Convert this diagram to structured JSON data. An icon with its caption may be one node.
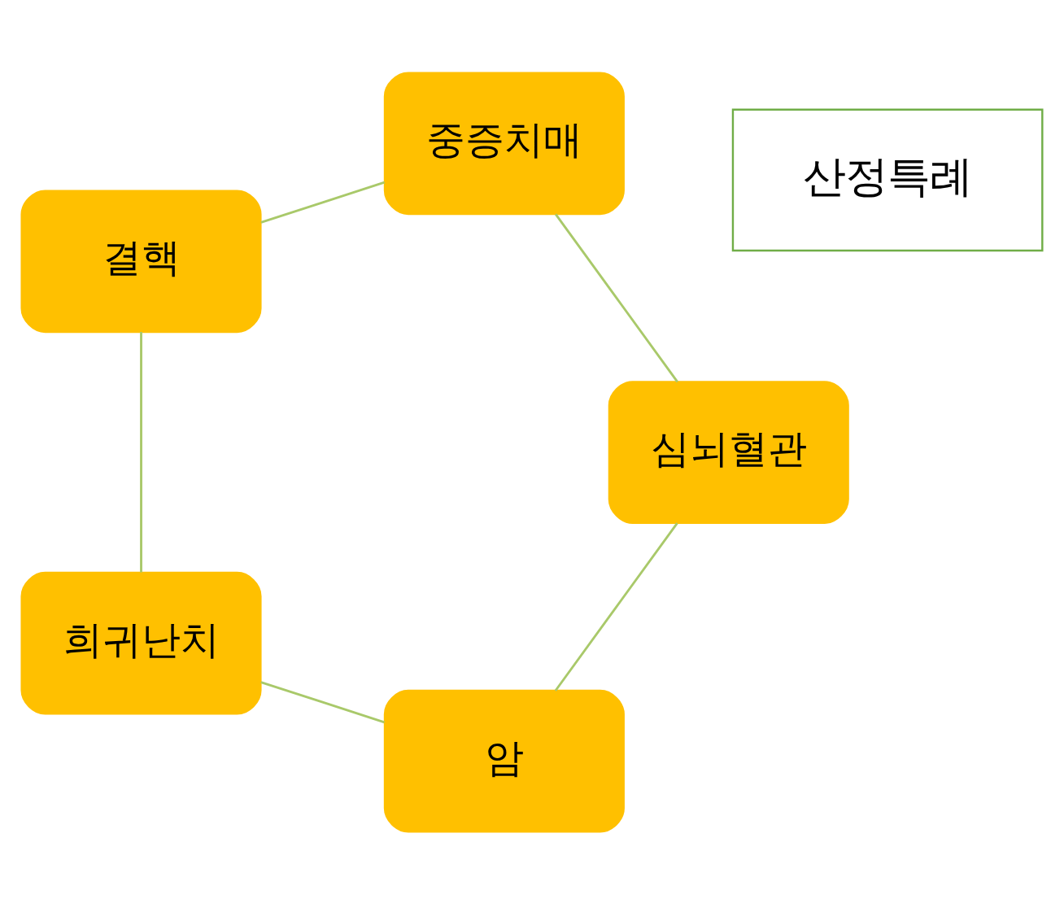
{
  "diagram": {
    "nodes": [
      {
        "text": [
          "암"
        ]
      },
      {
        "text": [
          "심뇌혈관"
        ]
      },
      {
        "text": [
          "산정특례"
        ]
      },
      {
        "text": [
          "희귀난치"
        ]
      },
      {
        "text": [
          "중증치매"
        ]
      },
      {
        "text": [
          "결핵"
        ]
      }
    ],
    "edges": [
      {
        "from": 0,
        "to": 3,
        "arrow": "none"
      },
      {
        "from": 3,
        "to": 5,
        "arrow": "none"
      },
      {
        "from": 5,
        "to": 4,
        "arrow": "none"
      },
      {
        "from": 4,
        "to": 1,
        "arrow": "none"
      },
      {
        "from": 1,
        "to": 0,
        "arrow": "none"
      }
    ]
  }
}
